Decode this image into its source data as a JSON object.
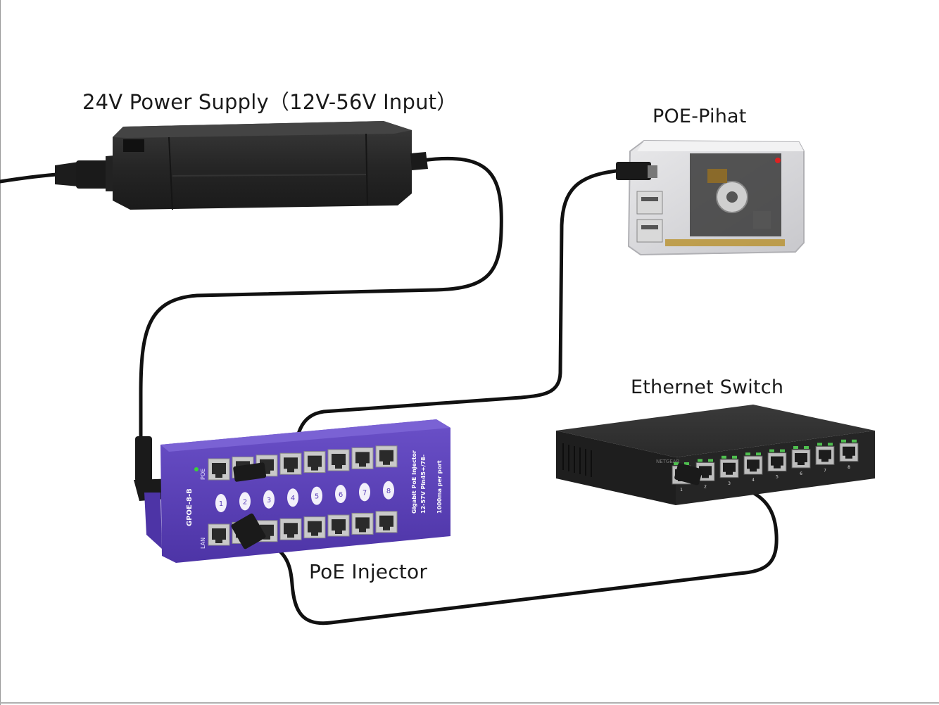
{
  "labels": {
    "power_supply": "24V Power Supply（12V-56V Input）",
    "pihat": "POE-Pihat",
    "switch": "Ethernet Switch",
    "injector": "PoE Injector"
  },
  "injector": {
    "model": "GPOE-8-B",
    "poe_label": "POE",
    "lan_label": "LAN",
    "spec_line1": "Gigabit PoE Injector",
    "spec_line2": "12-57V Pin45+/78-",
    "spec_line3": "1000ma per port",
    "port_numbers": [
      "1",
      "2",
      "3",
      "4",
      "5",
      "6",
      "7",
      "8"
    ],
    "body_color": "#5a3fb8"
  },
  "switch": {
    "brand": "NETGEAR",
    "port_numbers": [
      "1",
      "2",
      "3",
      "4",
      "5",
      "6",
      "7",
      "8"
    ]
  },
  "colors": {
    "cable": "#111111",
    "psu": "#2b2b2b",
    "injector": "#5a3fb8",
    "switch": "#222222"
  }
}
